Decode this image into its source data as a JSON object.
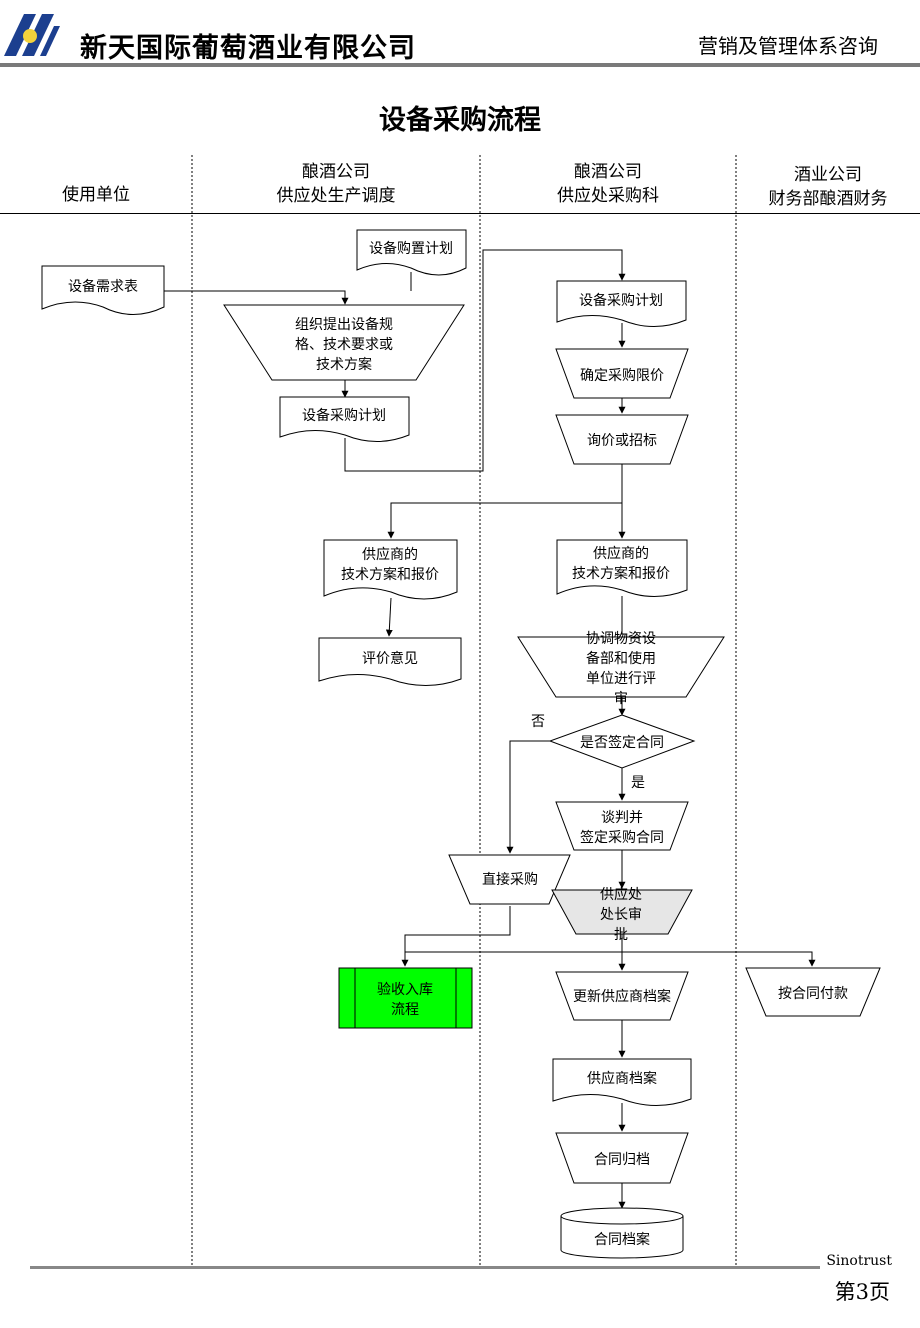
{
  "header": {
    "company": "新天国际葡萄酒业有限公司",
    "subtitle": "营销及管理体系咨询"
  },
  "title": "设备采购流程",
  "lanes": [
    {
      "line1": "使用单位",
      "line2": ""
    },
    {
      "line1": "酿酒公司",
      "line2": "供应处生产调度"
    },
    {
      "line1": "酿酒公司",
      "line2": "供应处采购科"
    },
    {
      "line1": "酒业公司",
      "line2": "财务部酿酒财务"
    }
  ],
  "nodes": {
    "demand_form": [
      "设备需求表"
    ],
    "purchase_setup_plan": [
      "设备购置计划"
    ],
    "organize_specs": [
      "组织提出设备规",
      "格、技术要求或",
      "技术方案"
    ],
    "procurement_plan_a": [
      "设备采购计划"
    ],
    "procurement_plan_b": [
      "设备采购计划"
    ],
    "set_price_limit": [
      "确定采购限价"
    ],
    "inquiry_bidding": [
      "询价或招标"
    ],
    "supplier_quote_a": [
      "供应商的",
      "技术方案和报价"
    ],
    "supplier_quote_b": [
      "供应商的",
      "技术方案和报价"
    ],
    "evaluation": [
      "评价意见"
    ],
    "coordinate_review": [
      "协调物资设",
      "备部和使用",
      "单位进行评",
      "审"
    ],
    "sign_contract_q": [
      "是否签定合同"
    ],
    "negotiate_sign": [
      "谈判并",
      "签定采购合同"
    ],
    "direct_purchase": [
      "直接采购"
    ],
    "director_approval": [
      "供应处",
      "处长审",
      "批"
    ],
    "acceptance": [
      "验收入库",
      "流程"
    ],
    "update_supplier_file": [
      "更新供应商档案"
    ],
    "pay_by_contract": [
      "按合同付款"
    ],
    "supplier_file": [
      "供应商档案"
    ],
    "contract_archive": [
      "合同归档"
    ],
    "contract_file": [
      "合同档案"
    ]
  },
  "edge_labels": {
    "no": "否",
    "yes": "是"
  },
  "footer": {
    "brand": "Sinotrust",
    "page": "第3页"
  },
  "colors": {
    "acceptance_fill": "#00ff00",
    "approval_fill": "#e6e6e6",
    "logo_blue": "#1c3f8f",
    "logo_yellow": "#f3d23c"
  }
}
